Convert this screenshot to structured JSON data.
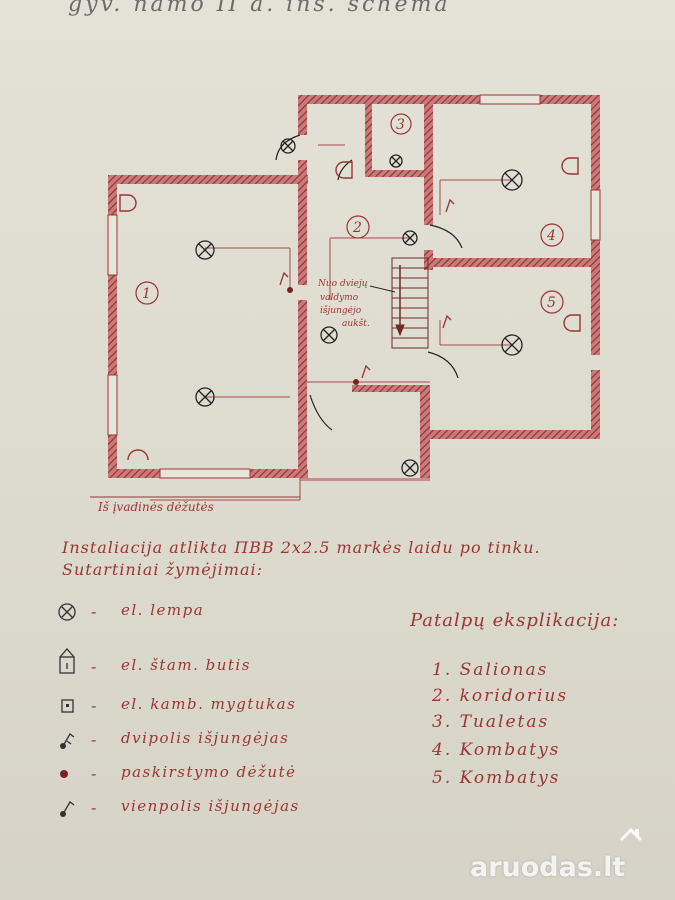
{
  "title": "gyv. namo II a. ins. schema",
  "plan": {
    "room_numbers": [
      "1",
      "2",
      "3",
      "4",
      "5"
    ],
    "stair_note": [
      "Nuo dviejų",
      "valdymo",
      "išjungėjo",
      "aukšt."
    ],
    "entry_label": "Iš įvadinės dėžutės"
  },
  "installation_note": "Instaliacija atlikta ПВВ 2x2.5 markės laidu po tinku.",
  "legend_title": "Sutartiniai žymėjimai:",
  "legend": [
    {
      "icon": "lamp-symbol",
      "text": "el. lempa"
    },
    {
      "icon": "socket-symbol",
      "text": "el. štam. butis"
    },
    {
      "icon": "socket-button-symbol",
      "text": "el. kamb. mygtukas"
    },
    {
      "icon": "double-switch-symbol",
      "text": "dvipolis išjungėjas"
    },
    {
      "icon": "junction-box-symbol",
      "text": "paskirstymo dėžutė"
    },
    {
      "icon": "single-switch-symbol",
      "text": "vienpolis išjungėjas"
    }
  ],
  "rooms_title": "Patalpų eksplikacija:",
  "rooms": [
    "1. Salionas",
    "2. koridorius",
    "3. Tualetas",
    "4. Kombatys",
    "5. Kombatys"
  ],
  "watermark": "aruodas.lt",
  "colors": {
    "ink": "#9c3434",
    "wall": "#a34a4a",
    "paper": "#e2e0d4"
  }
}
